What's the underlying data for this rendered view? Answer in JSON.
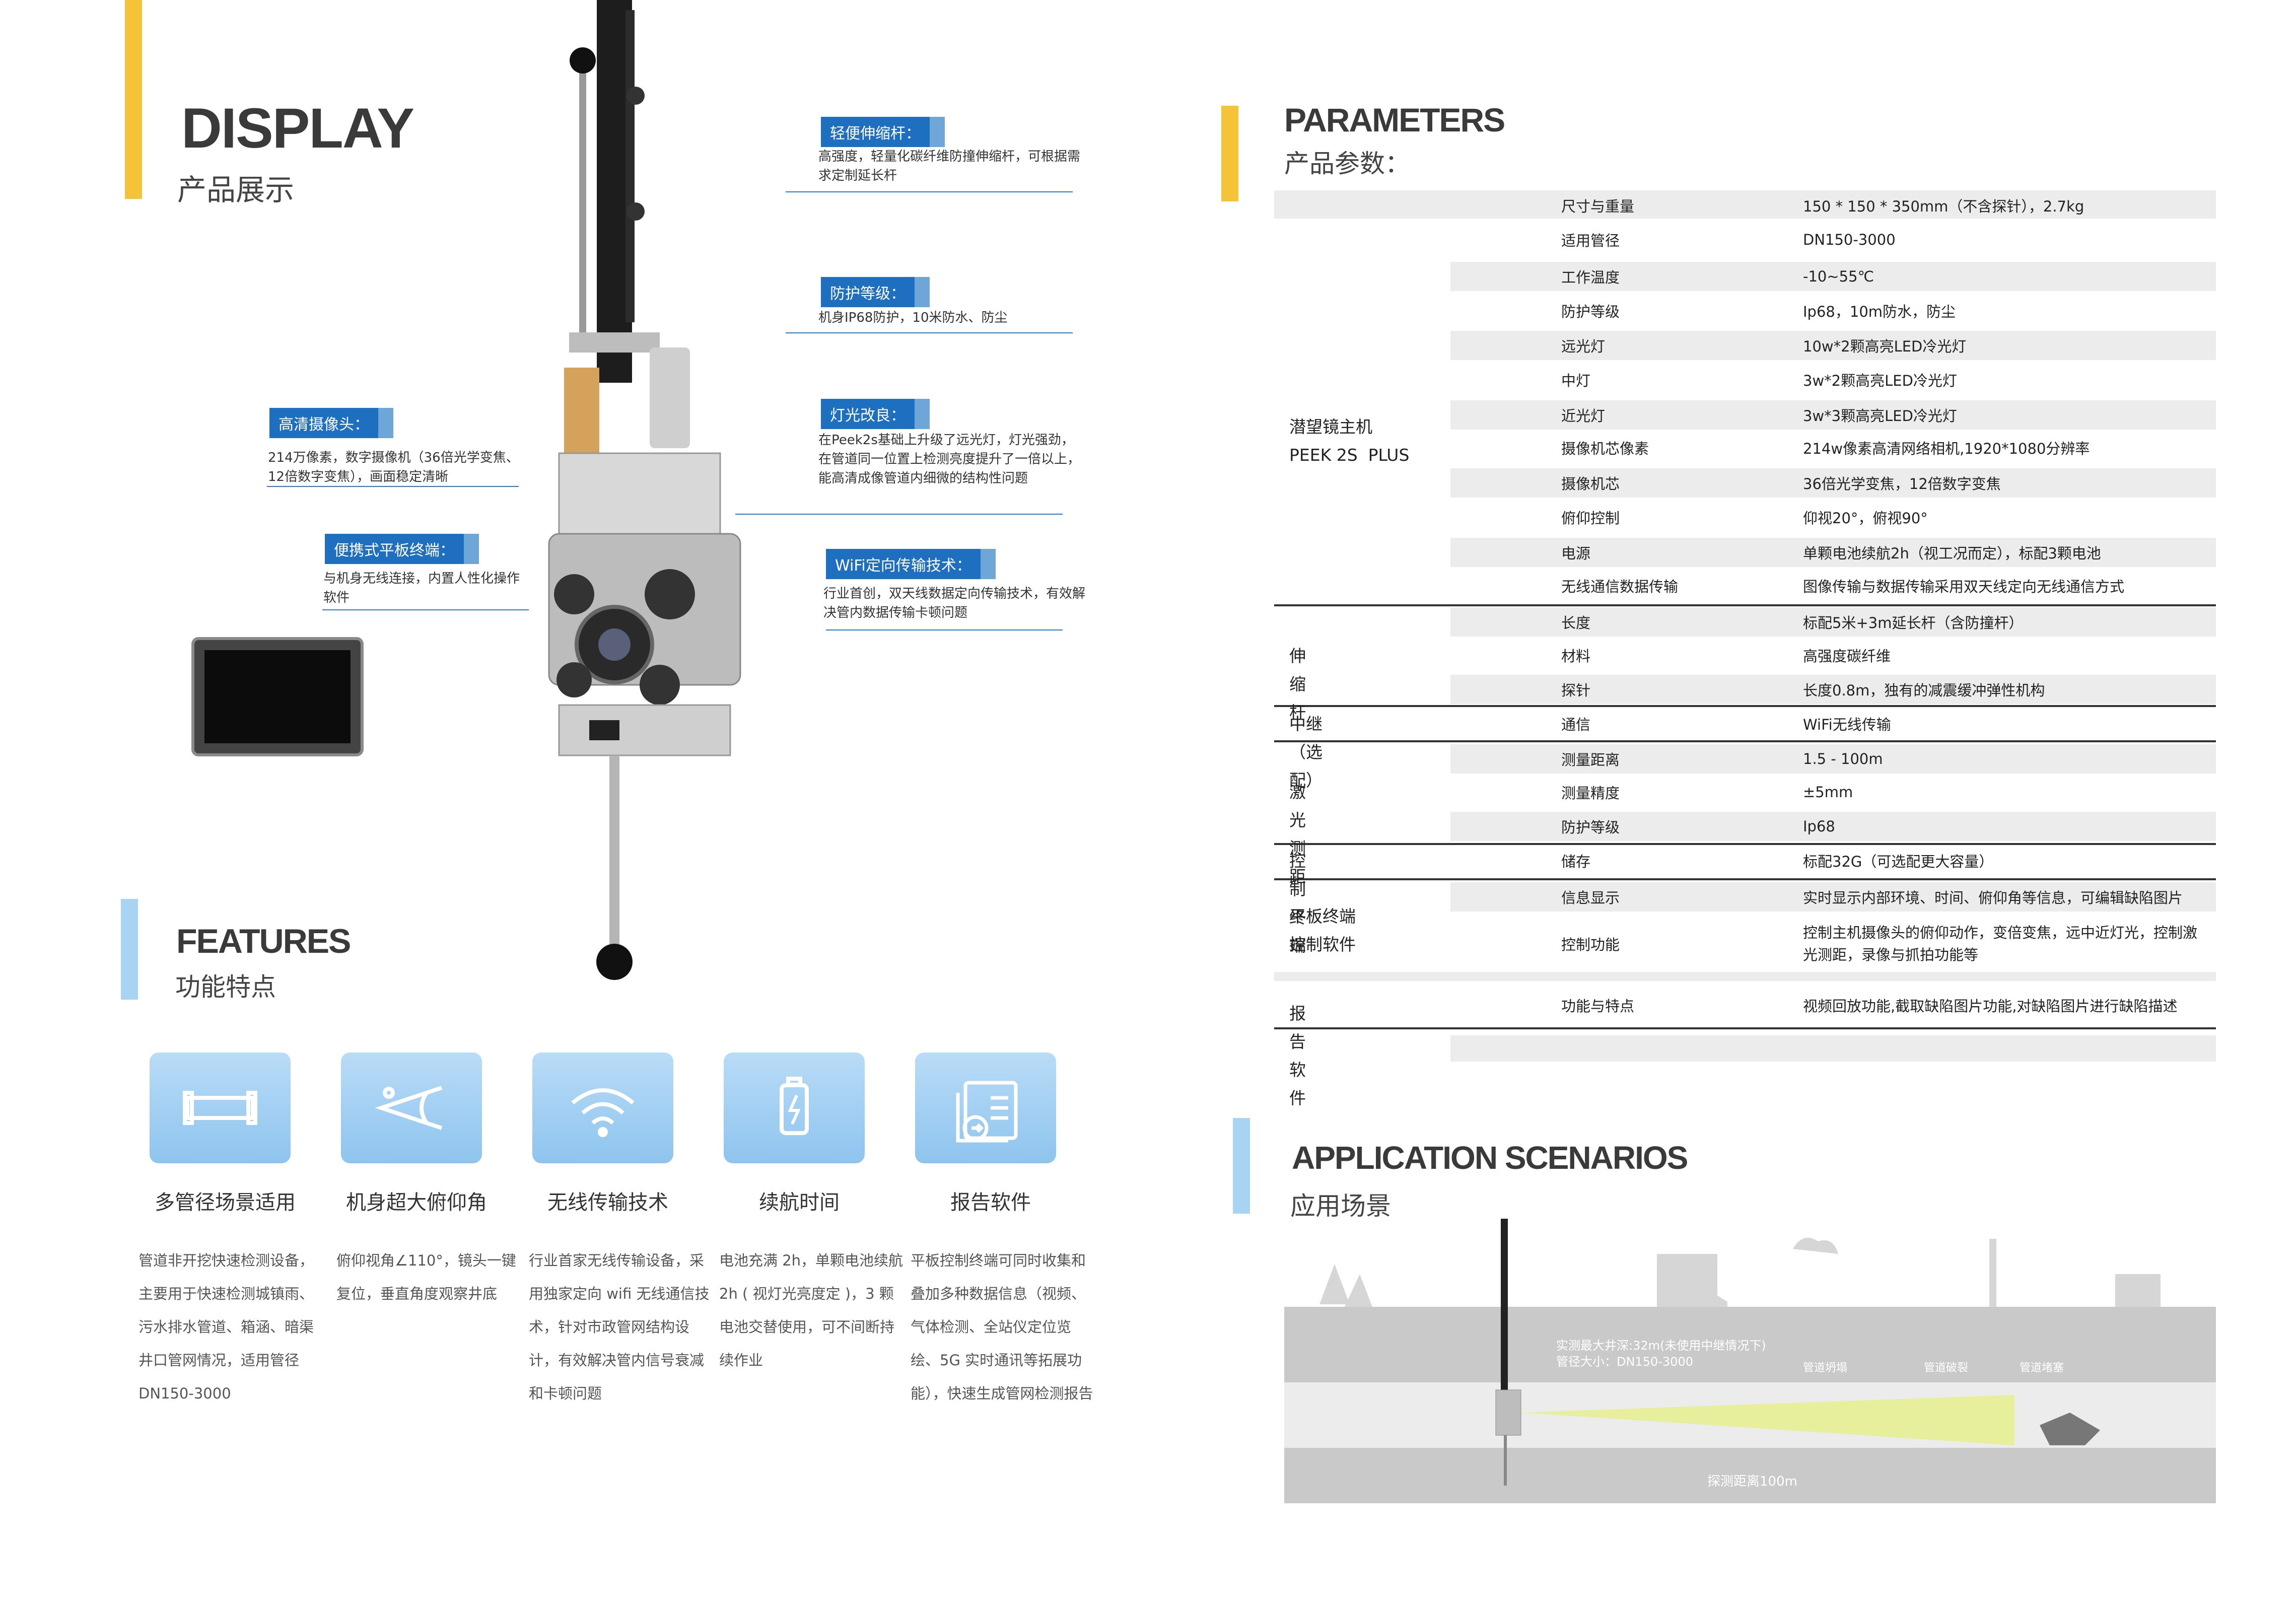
{
  "display": {
    "title_en": "DISPLAY",
    "title_cn": "产品展示"
  },
  "callouts": [
    {
      "label": "轻便伸缩杆：",
      "text": "高强度，轻量化碳纤维防撞伸缩杆，可根据需求定制延长杆"
    },
    {
      "label": "防护等级：",
      "text": "机身IP68防护，10米防水、防尘"
    },
    {
      "label": "灯光改良：",
      "text": "在Peek2s基础上升级了远光灯，灯光强劲，在管道同一位置上检测亮度提升了一倍以上，能高清成像管道内细微的结构性问题"
    },
    {
      "label": "WiFi定向传输技术：",
      "text": "行业首创，双天线数据定向传输技术，有效解决管内数据传输卡顿问题"
    },
    {
      "label": "高清摄像头：",
      "text": "214万像素，数字摄像机（36倍光学变焦、12倍数字变焦），画面稳定清晰"
    },
    {
      "label": "便携式平板终端：",
      "text": "与机身无线连接，内置人性化操作软件"
    }
  ],
  "features": {
    "title_en": "FEATURES",
    "title_cn": "功能特点",
    "items": [
      {
        "icon": "pipe-icon",
        "title": "多管径场景适用",
        "desc": "管道非开挖快速检测设备，主要用于快速检测城镇雨、污水排水管道、箱涵、暗渠井口管网情况，适用管径 DN150-3000"
      },
      {
        "icon": "angle-icon",
        "title": "机身超大俯仰角",
        "desc": "俯仰视角∠110°，镜头一键复位，垂直角度观察井底"
      },
      {
        "icon": "wifi-icon",
        "title": "无线传输技术",
        "desc": "行业首家无线传输设备，采用独家定向 wifi 无线通信技术，针对市政管网结构设计，有效解决管内信号衰减和卡顿问题"
      },
      {
        "icon": "battery-icon",
        "title": "续航时间",
        "desc": "电池充满 2h，单颗电池续航 2h ( 视灯光亮度定 )，3 颗电池交替使用，可不间断持续作业"
      },
      {
        "icon": "report-icon",
        "title": "报告软件",
        "desc": "平板控制终端可同时收集和叠加多种数据信息（视频、气体检测、全站仪定位览绘、5G 实时通讯等拓展功能），快速生成管网检测报告"
      }
    ]
  },
  "parameters": {
    "title_en": "PARAMETERS",
    "title_cn": "产品参数：",
    "groups": [
      {
        "name": "潜望镜主机\nPEEK 2S  PLUS"
      },
      {
        "name": "伸缩杆"
      },
      {
        "name": "中继（选配）"
      },
      {
        "name": "激光测距"
      },
      {
        "name": "控制终端"
      },
      {
        "name": "平板终端\n控制软件"
      },
      {
        "name": "报告软件"
      }
    ],
    "rows": [
      {
        "item": "尺寸与重量",
        "value": "150 * 150 * 350mm（不含探针），2.7kg"
      },
      {
        "item": "适用管径",
        "value": "DN150-3000"
      },
      {
        "item": "工作温度",
        "value": "-10~55℃"
      },
      {
        "item": "防护等级",
        "value": "Ip68，10m防水，防尘"
      },
      {
        "item": "远光灯",
        "value": "10w*2颗高亮LED冷光灯"
      },
      {
        "item": "中灯",
        "value": "3w*2颗高亮LED冷光灯"
      },
      {
        "item": "近光灯",
        "value": "3w*3颗高亮LED冷光灯"
      },
      {
        "item": "摄像机芯像素",
        "value": "214w像素高清网络相机,1920*1080分辨率"
      },
      {
        "item": "摄像机芯",
        "value": "36倍光学变焦，12倍数字变焦"
      },
      {
        "item": "俯仰控制",
        "value": "仰视20°，俯视90°"
      },
      {
        "item": "电源",
        "value": "单颗电池续航2h（视工况而定），标配3颗电池"
      },
      {
        "item": "无线通信数据传输",
        "value": "图像传输与数据传输采用双天线定向无线通信方式"
      },
      {
        "item": "长度",
        "value": "标配5米+3m延长杆（含防撞杆）"
      },
      {
        "item": "材料",
        "value": "高强度碳纤维"
      },
      {
        "item": "探针",
        "value": "长度0.8m，独有的减震缓冲弹性机构"
      },
      {
        "item": "通信",
        "value": "WiFi无线传输"
      },
      {
        "item": "测量距离",
        "value": "1.5 - 100m"
      },
      {
        "item": "测量精度",
        "value": "±5mm"
      },
      {
        "item": "防护等级",
        "value": "Ip68"
      },
      {
        "item": "储存",
        "value": "标配32G（可选配更大容量）"
      },
      {
        "item": "信息显示",
        "value": "实时显示内部环境、时间、俯仰角等信息，可编辑缺陷图片"
      },
      {
        "item": "控制功能",
        "value": "控制主机摄像头的俯仰动作，变倍变焦，远中近灯光，控制激光测距，录像与抓拍功能等"
      },
      {
        "item": "功能与特点",
        "value": "视频回放功能,截取缺陷图片功能,对缺陷图片进行缺陷描述"
      }
    ]
  },
  "application": {
    "title_en": "APPLICATION SCENARIOS",
    "title_cn": "应用场景",
    "note1": "实测最大井深:32m(未使用中继情况下)",
    "note2": "管径大小：DN150-3000",
    "label_collapse": "管道坍塌",
    "label_crack": "管道破裂",
    "label_block": "管道堵塞",
    "distance": "探测距离100m"
  },
  "colors": {
    "accent_yellow": "#f5c338",
    "accent_blue": "#1f6fc0",
    "light_blue": "#a9d3f3"
  }
}
